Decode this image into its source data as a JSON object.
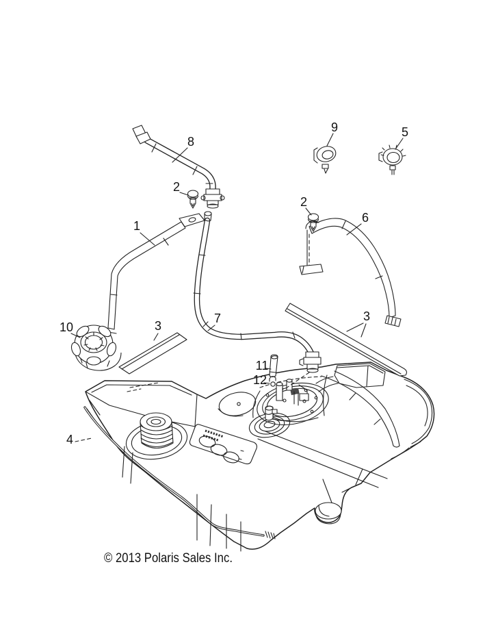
{
  "diagram": {
    "copyright": "© 2013 Polaris Sales Inc.",
    "ink_color": "#222222",
    "background_color": "#ffffff",
    "callouts": [
      {
        "label": "8"
      },
      {
        "label": "2"
      },
      {
        "label": "9"
      },
      {
        "label": "5"
      },
      {
        "label": "1"
      },
      {
        "label": "2"
      },
      {
        "label": "6"
      },
      {
        "label": "10"
      },
      {
        "label": "3"
      },
      {
        "label": "3"
      },
      {
        "label": "7"
      },
      {
        "label": "11"
      },
      {
        "label": "12"
      },
      {
        "label": "4"
      }
    ]
  }
}
